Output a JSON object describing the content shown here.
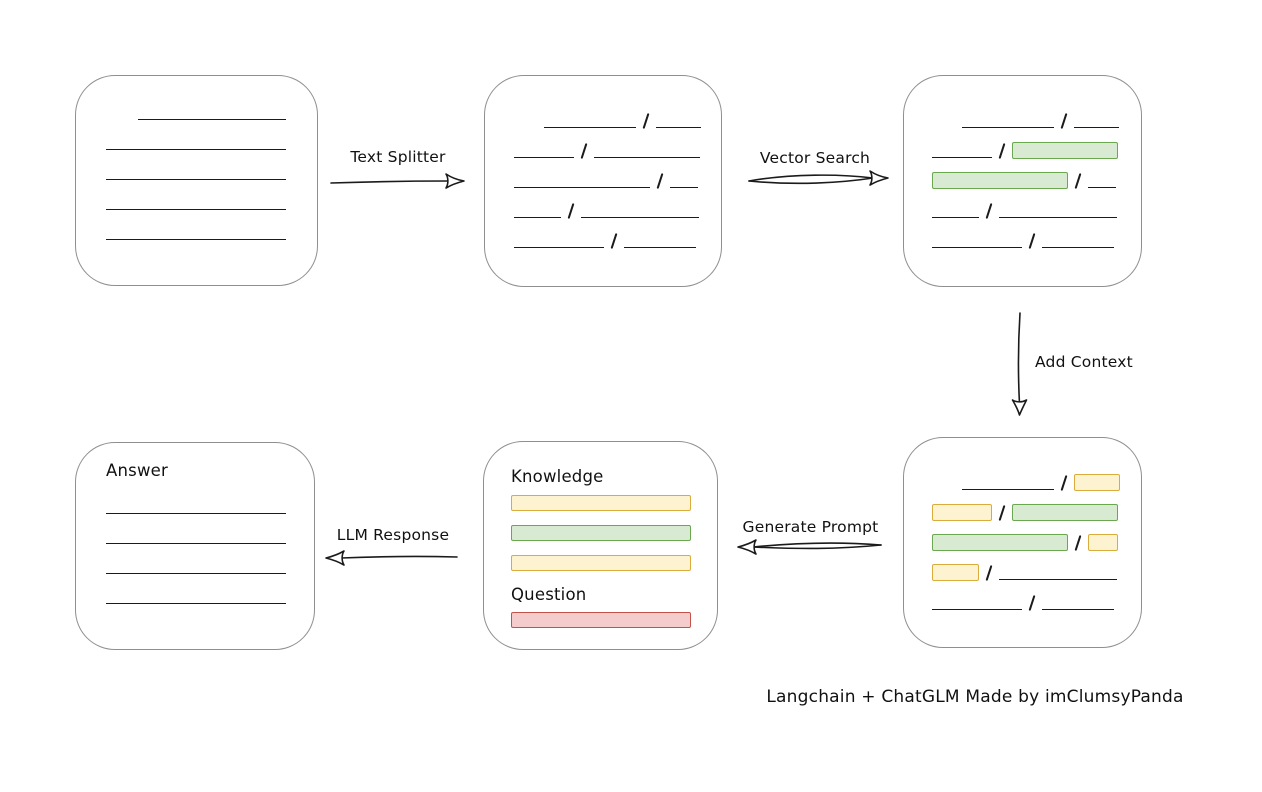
{
  "colors": {
    "line": "#1b1b1b",
    "box_border": "#8f8f8f",
    "green_fill": "#d9ead3",
    "green_border": "#6aa84f",
    "yellow_fill": "#fdf3d0",
    "yellow_border": "#d9ac3b",
    "red_fill": "#f4cccc",
    "red_border": "#c0534e"
  },
  "arrows": {
    "text_splitter": {
      "label": "Text Splitter",
      "direction": "right"
    },
    "vector_search": {
      "label": "Vector Search",
      "direction": "right"
    },
    "add_context": {
      "label": "Add Context",
      "direction": "down"
    },
    "generate_prompt": {
      "label": "Generate Prompt",
      "direction": "left"
    },
    "llm_response": {
      "label": "LLM Response",
      "direction": "left"
    }
  },
  "boxes": {
    "document": {
      "rows": [
        {
          "indent": 32,
          "segs": [
            {
              "t": "line",
              "w": 148
            }
          ]
        },
        {
          "segs": [
            {
              "t": "line",
              "w": 180
            }
          ]
        },
        {
          "segs": [
            {
              "t": "line",
              "w": 180
            }
          ]
        },
        {
          "segs": [
            {
              "t": "line",
              "w": 180
            }
          ]
        },
        {
          "segs": [
            {
              "t": "line",
              "w": 180
            }
          ]
        }
      ]
    },
    "chunks": {
      "rows": [
        {
          "indent": 30,
          "segs": [
            {
              "t": "line",
              "w": 92
            },
            {
              "t": "slash"
            },
            {
              "t": "line",
              "w": 45
            }
          ]
        },
        {
          "segs": [
            {
              "t": "line",
              "w": 60
            },
            {
              "t": "slash"
            },
            {
              "t": "line",
              "w": 106
            }
          ]
        },
        {
          "segs": [
            {
              "t": "line",
              "w": 136
            },
            {
              "t": "slash"
            },
            {
              "t": "line",
              "w": 28
            }
          ]
        },
        {
          "segs": [
            {
              "t": "line",
              "w": 47
            },
            {
              "t": "slash"
            },
            {
              "t": "line",
              "w": 118
            }
          ]
        },
        {
          "segs": [
            {
              "t": "line",
              "w": 90
            },
            {
              "t": "slash"
            },
            {
              "t": "line",
              "w": 72
            }
          ]
        }
      ]
    },
    "vector_result": {
      "rows": [
        {
          "indent": 30,
          "segs": [
            {
              "t": "line",
              "w": 92
            },
            {
              "t": "slash"
            },
            {
              "t": "line",
              "w": 45
            }
          ]
        },
        {
          "segs": [
            {
              "t": "line",
              "w": 60
            },
            {
              "t": "slash"
            },
            {
              "t": "chunk",
              "c": "green",
              "w": 106
            }
          ]
        },
        {
          "segs": [
            {
              "t": "chunk",
              "c": "green",
              "w": 136
            },
            {
              "t": "slash"
            },
            {
              "t": "line",
              "w": 28
            }
          ]
        },
        {
          "segs": [
            {
              "t": "line",
              "w": 47
            },
            {
              "t": "slash"
            },
            {
              "t": "line",
              "w": 118
            }
          ]
        },
        {
          "segs": [
            {
              "t": "line",
              "w": 90
            },
            {
              "t": "slash"
            },
            {
              "t": "line",
              "w": 72
            }
          ]
        }
      ]
    },
    "context_result": {
      "rows": [
        {
          "indent": 30,
          "segs": [
            {
              "t": "line",
              "w": 92
            },
            {
              "t": "slash"
            },
            {
              "t": "chunk",
              "c": "yellow",
              "w": 46
            }
          ]
        },
        {
          "segs": [
            {
              "t": "chunk",
              "c": "yellow",
              "w": 60
            },
            {
              "t": "slash"
            },
            {
              "t": "chunk",
              "c": "green",
              "w": 106
            }
          ]
        },
        {
          "segs": [
            {
              "t": "chunk",
              "c": "green",
              "w": 136
            },
            {
              "t": "slash"
            },
            {
              "t": "chunk",
              "c": "yellow",
              "w": 30
            }
          ]
        },
        {
          "segs": [
            {
              "t": "chunk",
              "c": "yellow",
              "w": 47
            },
            {
              "t": "slash"
            },
            {
              "t": "line",
              "w": 118
            }
          ]
        },
        {
          "segs": [
            {
              "t": "line",
              "w": 90
            },
            {
              "t": "slash"
            },
            {
              "t": "line",
              "w": 72
            }
          ]
        }
      ]
    },
    "prompt": {
      "knowledge_label": "Knowledge",
      "question_label": "Question",
      "knowledge_bars": [
        {
          "c": "yellow"
        },
        {
          "c": "green"
        },
        {
          "c": "yellow"
        }
      ],
      "question_bars": [
        {
          "c": "red"
        }
      ]
    },
    "answer": {
      "label": "Answer",
      "rows": [
        {
          "segs": [
            {
              "t": "line",
              "w": 180
            }
          ]
        },
        {
          "segs": [
            {
              "t": "line",
              "w": 180
            }
          ]
        },
        {
          "segs": [
            {
              "t": "line",
              "w": 180
            }
          ]
        },
        {
          "segs": [
            {
              "t": "line",
              "w": 180
            }
          ]
        }
      ]
    }
  },
  "caption": "Langchain + ChatGLM Made by imClumsyPanda"
}
